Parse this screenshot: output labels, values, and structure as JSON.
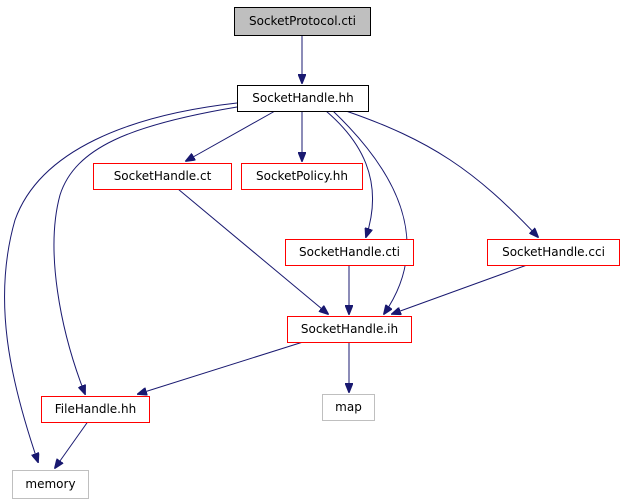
{
  "colors": {
    "edge": "#191970",
    "root_fill": "#bfbfbf",
    "border_default": "#000000",
    "border_incomplete": "#ff0000",
    "border_external": "#bfbfbf"
  },
  "nodes": {
    "socket_protocol_cti": "SocketProtocol.cti",
    "socket_handle_hh": "SocketHandle.hh",
    "socket_handle_ct": "SocketHandle.ct",
    "socket_policy_hh": "SocketPolicy.hh",
    "socket_handle_cti": "SocketHandle.cti",
    "socket_handle_cci": "SocketHandle.cci",
    "socket_handle_ih": "SocketHandle.ih",
    "file_handle_hh": "FileHandle.hh",
    "map": "map",
    "memory": "memory"
  }
}
